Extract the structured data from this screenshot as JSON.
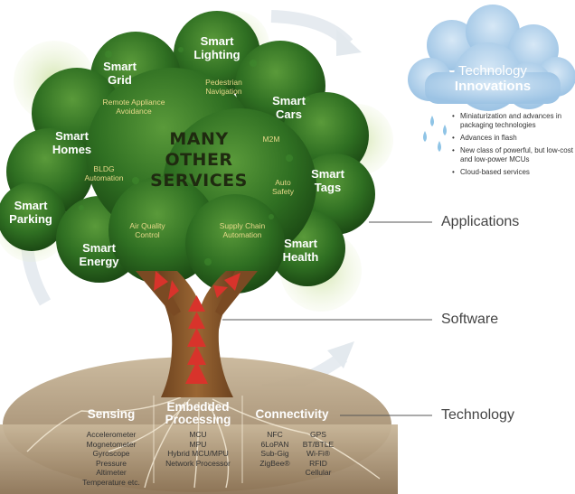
{
  "center_text": [
    "MANY",
    "OTHER",
    "SERVICES"
  ],
  "services": [
    {
      "lines": [
        "Smart",
        "Lighting"
      ]
    },
    {
      "lines": [
        "Smart",
        "Grid"
      ]
    },
    {
      "lines": [
        "Smart",
        "Cars"
      ]
    },
    {
      "lines": [
        "Smart",
        "Homes"
      ]
    },
    {
      "lines": [
        "Smart",
        "Tags"
      ]
    },
    {
      "lines": [
        "Smart",
        "Parking"
      ]
    },
    {
      "lines": [
        "Smart",
        "Energy"
      ]
    },
    {
      "lines": [
        "Smart",
        "Health"
      ]
    }
  ],
  "subservices": [
    {
      "lines": [
        "Pedestrian",
        "Navigation"
      ]
    },
    {
      "lines": [
        "Remote Appliance",
        "Avoidance"
      ]
    },
    {
      "lines": [
        "M2M"
      ]
    },
    {
      "lines": [
        "BLDG",
        "Automation"
      ]
    },
    {
      "lines": [
        "Auto",
        "Safety"
      ]
    },
    {
      "lines": [
        "Air Quality",
        "Control"
      ]
    },
    {
      "lines": [
        "Supply Chain",
        "Automation"
      ]
    }
  ],
  "layers": {
    "applications": "Applications",
    "software": "Software",
    "technology": "Technology"
  },
  "cloud": {
    "title_line1": "Technology",
    "title_line2": "Innovations",
    "bullets": [
      "Miniaturization and advances in packaging technologies",
      "Advances in flash",
      "New class of powerful, but low-cost and low-power MCUs",
      "Cloud-based services"
    ]
  },
  "technology_columns": [
    {
      "title": [
        "Sensing"
      ],
      "items": [
        "Accelerometer",
        "Mognetometer",
        "Gyroscope",
        "Pressure",
        "Altimeter",
        "Temperature etc."
      ]
    },
    {
      "title": [
        "Embedded",
        "Processing"
      ],
      "items": [
        "MCU",
        "MPU",
        "Hybrid MCU/MPU",
        "Network Processor"
      ]
    },
    {
      "title": [
        "Connectivity"
      ],
      "items_left": [
        "NFC",
        "6LoPAN",
        "Sub-Gig",
        "ZigBee®"
      ],
      "items_right": [
        "GPS",
        "BT/BTLE",
        "Wi-Fi®",
        "RFID",
        "Cellular"
      ]
    }
  ],
  "colors": {
    "canopy": "#2e6b1e",
    "trunk": "#7a4a23",
    "arrow": "#d8332b",
    "cloud": "#a9cbe8",
    "text_service": "#ffffff"
  }
}
